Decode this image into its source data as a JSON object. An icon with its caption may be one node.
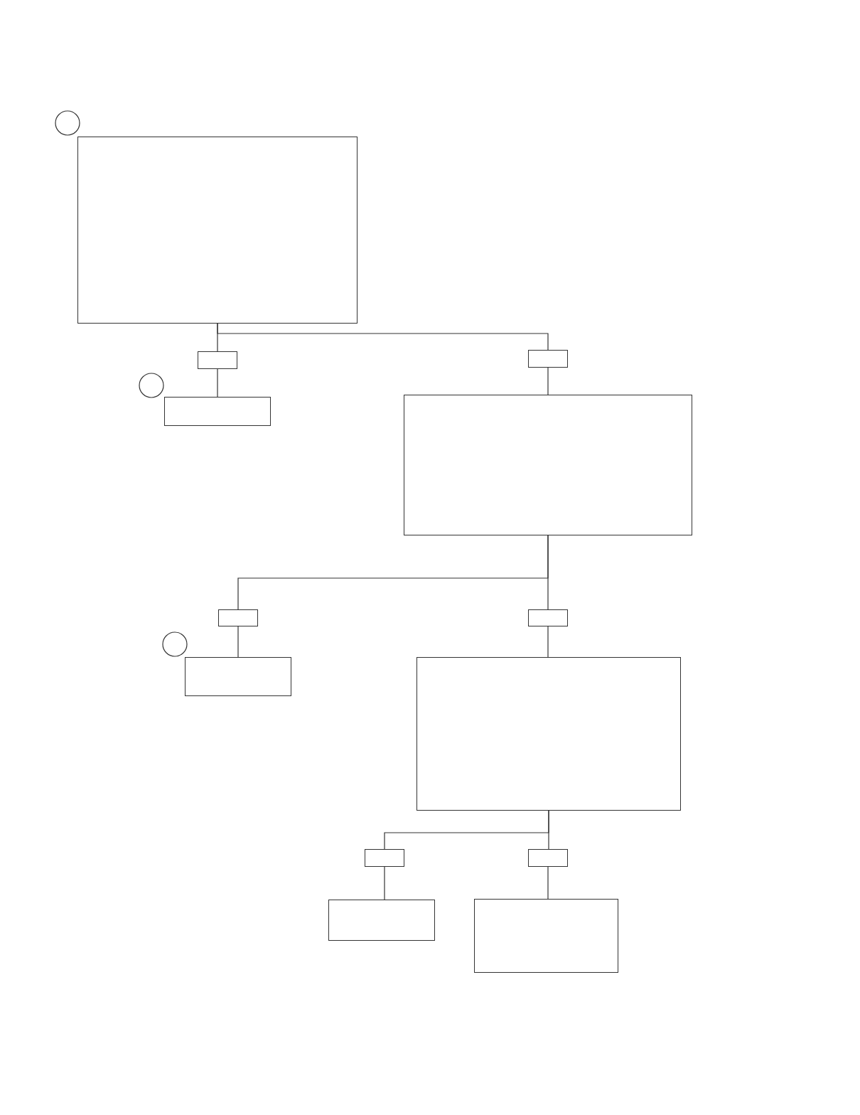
{
  "diagram": {
    "nodes": [
      {
        "text": [],
        "shape": "circle"
      },
      {
        "text": [],
        "shape": "box"
      },
      {
        "text": [],
        "shape": "box"
      },
      {
        "text": [],
        "shape": "box"
      },
      {
        "text": [],
        "shape": "circle"
      },
      {
        "text": [],
        "shape": "box"
      },
      {
        "text": [],
        "shape": "box"
      },
      {
        "text": [],
        "shape": "box"
      },
      {
        "text": [],
        "shape": "box"
      },
      {
        "text": [],
        "shape": "circle"
      },
      {
        "text": [],
        "shape": "box"
      },
      {
        "text": [],
        "shape": "box"
      },
      {
        "text": [],
        "shape": "box"
      },
      {
        "text": [],
        "shape": "box"
      },
      {
        "text": [],
        "shape": "box"
      },
      {
        "text": [],
        "shape": "box"
      }
    ],
    "edges": [
      {
        "from": 1,
        "to": 2,
        "arrow": "none"
      },
      {
        "from": 1,
        "to": 3,
        "arrow": "none"
      },
      {
        "from": 2,
        "to": 5,
        "arrow": "none"
      },
      {
        "from": 3,
        "to": 6,
        "arrow": "none"
      },
      {
        "from": 6,
        "to": 7,
        "arrow": "none"
      },
      {
        "from": 6,
        "to": 8,
        "arrow": "none"
      },
      {
        "from": 7,
        "to": 10,
        "arrow": "none"
      },
      {
        "from": 8,
        "to": 11,
        "arrow": "none"
      },
      {
        "from": 11,
        "to": 12,
        "arrow": "none"
      },
      {
        "from": 11,
        "to": 13,
        "arrow": "none"
      },
      {
        "from": 12,
        "to": 14,
        "arrow": "none"
      },
      {
        "from": 13,
        "to": 15,
        "arrow": "none"
      }
    ]
  }
}
